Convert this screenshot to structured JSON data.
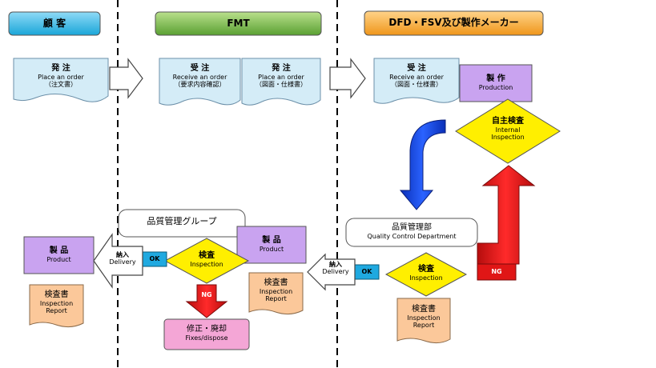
{
  "headers": {
    "customer": "顧 客",
    "fmt": "FMT",
    "manufacturers": "DFD・FSV及び製作メーカー"
  },
  "customer_order": {
    "jp": "発 注",
    "en": "Place an order",
    "sub": "（注文書）"
  },
  "fmt_receive": {
    "jp": "受 注",
    "en": "Receive an order",
    "sub": "（要求内容確認）"
  },
  "fmt_order": {
    "jp": "発 注",
    "en": "Place an order",
    "sub": "（図面・仕様書）"
  },
  "mfr_receive": {
    "jp": "受 注",
    "en": "Receive an order",
    "sub": "（図面・仕様書）"
  },
  "production": {
    "jp": "製 作",
    "en": "Production"
  },
  "internal_inspection": {
    "jp": "自主検査",
    "en1": "Internal",
    "en2": "Inspection"
  },
  "qc_dept": {
    "jp": "品質管理部",
    "en": "Quality Control Department"
  },
  "mfr_inspection": {
    "jp": "検査",
    "en": "Inspection"
  },
  "mfr_report": {
    "jp": "検査書",
    "en1": "Inspection",
    "en2": "Report"
  },
  "ng_mfr": "NG",
  "ok_mfr": "OK",
  "delivery_mfr": {
    "jp": "納入",
    "en": "Delivery"
  },
  "qc_group": "品質管理グループ",
  "fmt_product": {
    "jp": "製 品",
    "en": "Product"
  },
  "fmt_inspection": {
    "jp": "検査",
    "en": "Inspection"
  },
  "fmt_report": {
    "jp": "検査書",
    "en1": "Inspection",
    "en2": "Report"
  },
  "ng_fmt": "NG",
  "fix_dispose": {
    "jp": "修正・廃却",
    "en": "Fixes/dispose"
  },
  "ok_fmt": "OK",
  "delivery_fmt": {
    "jp": "納入",
    "en": "Delivery"
  },
  "cust_product": {
    "jp": "製 品",
    "en": "Product"
  },
  "cust_report": {
    "jp": "検査書",
    "en1": "Inspection",
    "en2": "Report"
  },
  "colors": {
    "doc_blue": "#d4ecf7",
    "header_blue": "#1fb4e6",
    "header_green": "#7dbd4a",
    "header_orange": "#f4a62a",
    "purple": "#c9a3f0",
    "yellow": "#ffef00",
    "peach": "#fbc89a",
    "pink": "#f4a6d6",
    "red": "#e01616",
    "blue_arrow": "#0b3bd6"
  }
}
